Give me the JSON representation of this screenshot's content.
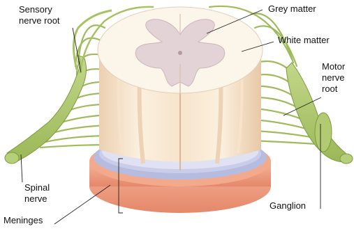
{
  "labels": {
    "sensory_root": "Sensory\nnerve root",
    "grey_matter": "Grey matter",
    "white_matter": "White matter",
    "motor_root": "Motor\nnerve\nroot",
    "spinal_nerve": "Spinal\nnerve",
    "ganglion": "Ganglion",
    "meninges": "Meninges"
  },
  "colors": {
    "nerve_green": "#a9c465",
    "nerve_green_dark": "#7f9a3d",
    "white_matter": "#fbf2e3",
    "grey_matter": "#e3d4d6",
    "column_shade": "#f1d8bd",
    "meninges_blue": "#aeb5d9",
    "meninges_orange": "#eea184",
    "meninges_orange_dark": "#e08a6c",
    "leader_line": "#222222"
  }
}
